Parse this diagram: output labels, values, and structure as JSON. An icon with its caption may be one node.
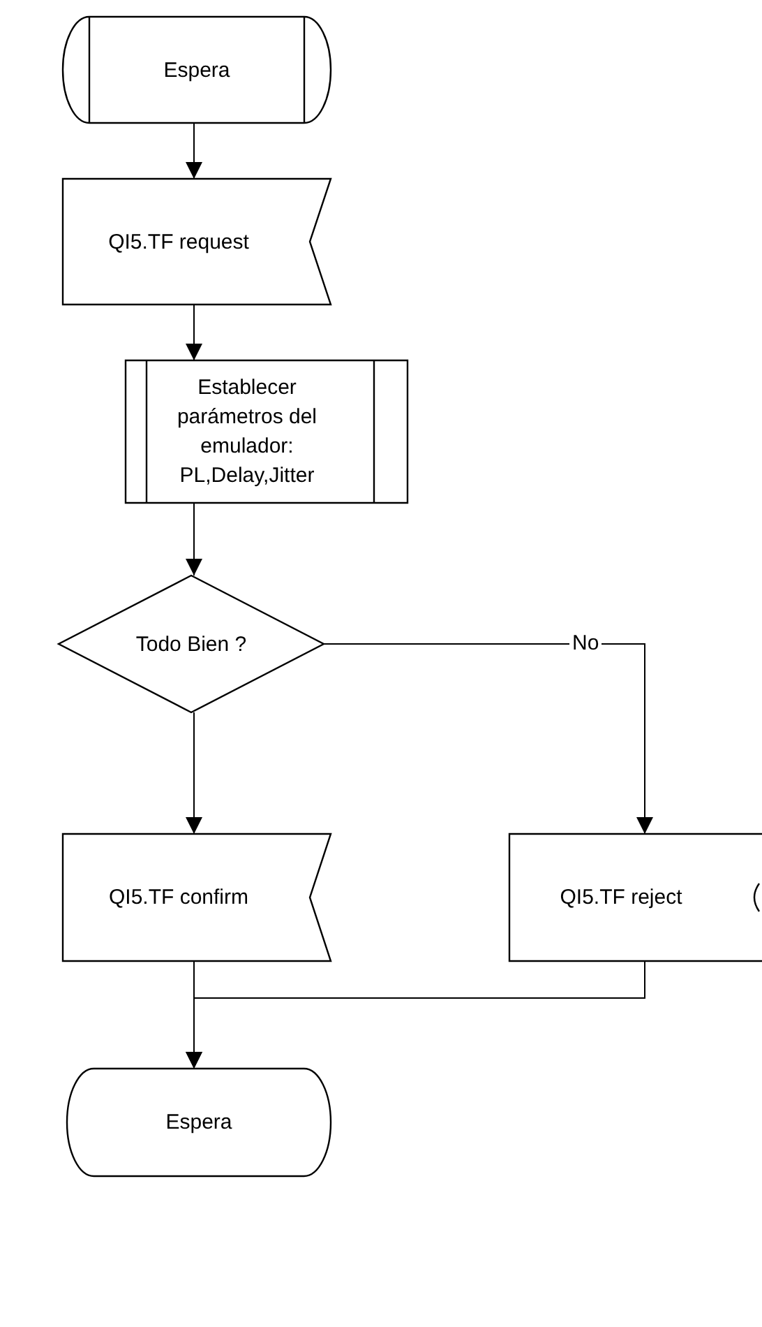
{
  "diagram": {
    "nodes": [
      {
        "text": [
          "Espera"
        ]
      },
      {
        "text": [
          "QI5.TF request"
        ]
      },
      {
        "text": [
          "Establecer parámetros del emulador: PL,Delay,Jitter"
        ]
      },
      {
        "text": [
          "Todo Bien ?"
        ]
      },
      {
        "text": [
          "QI5.TF confirm"
        ]
      },
      {
        "text": [
          "QI5.TF reject"
        ]
      },
      {
        "text": [
          "Espera"
        ]
      }
    ],
    "edges": [
      {
        "from": 0,
        "to": 1,
        "arrow": "to"
      },
      {
        "from": 1,
        "to": 2,
        "arrow": "to"
      },
      {
        "from": 2,
        "to": 3,
        "arrow": "to"
      },
      {
        "from": 3,
        "to": 5,
        "label": "No",
        "arrow": "to"
      },
      {
        "from": 3,
        "to": 4,
        "arrow": "to"
      },
      {
        "from": 4,
        "to": 6,
        "arrow": "to"
      },
      {
        "from": 5,
        "to": 6,
        "arrow": "to"
      }
    ]
  }
}
